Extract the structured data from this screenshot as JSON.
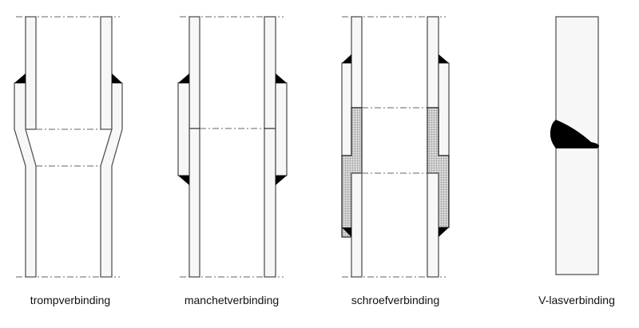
{
  "labels": {
    "tromp": "trompverbinding",
    "manchet": "manchetverbinding",
    "schroef": "schroefverbinding",
    "vlas": "V-lasverbinding"
  },
  "colors": {
    "line": "#555555",
    "weld": "#000000",
    "thread": "#bbbbbb"
  }
}
